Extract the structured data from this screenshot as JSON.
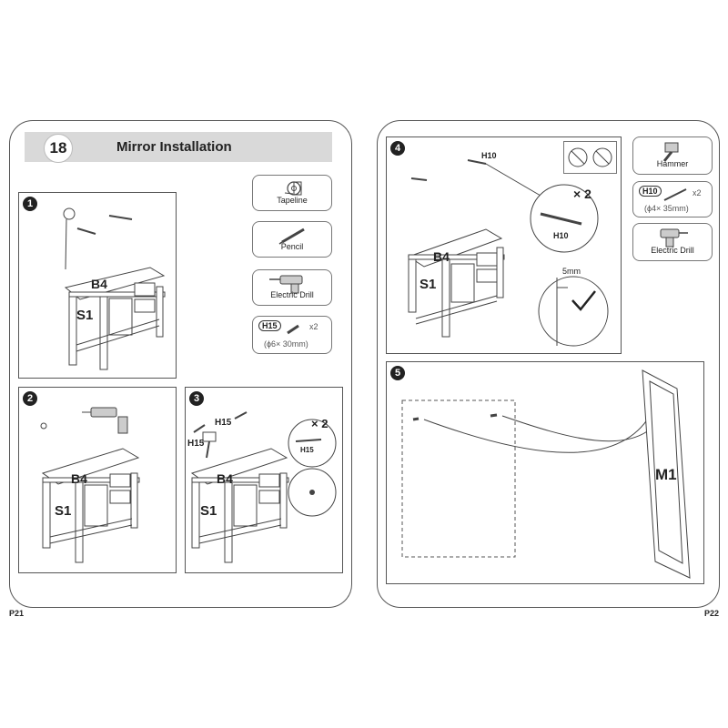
{
  "left": {
    "step_badge": "18",
    "title": "Mirror Installation",
    "page_label": "P21",
    "tools": [
      {
        "label": "Tapeline",
        "icon": "tapeline-icon"
      },
      {
        "label": "Pencil",
        "icon": "pencil-icon"
      },
      {
        "label": "Electric Drill",
        "icon": "electric-drill-icon"
      }
    ],
    "hardware": {
      "code": "H15",
      "qty": "x2",
      "size": "(ϕ6× 30mm)"
    },
    "steps": [
      {
        "num": "1",
        "labels": [
          "B4",
          "S1"
        ]
      },
      {
        "num": "2",
        "labels": [
          "B4",
          "S1"
        ]
      },
      {
        "num": "3",
        "labels": [
          "B4",
          "S1",
          "H15",
          "H15"
        ],
        "zoom_qty": "× 2",
        "zoom_label": "H15"
      }
    ]
  },
  "right": {
    "page_label": "P22",
    "tools": [
      {
        "label": "Hammer",
        "icon": "hammer-icon"
      },
      {
        "label": "Electric Drill",
        "icon": "electric-drill-icon"
      }
    ],
    "hardware": {
      "code": "H10",
      "qty": "x2",
      "size": "(ϕ4× 35mm)"
    },
    "steps": [
      {
        "num": "4",
        "labels": [
          "B4",
          "S1",
          "H10",
          "H10"
        ],
        "zoom_qty": "× 2",
        "gap": "5mm"
      },
      {
        "num": "5",
        "labels": [
          "M1"
        ]
      }
    ]
  }
}
